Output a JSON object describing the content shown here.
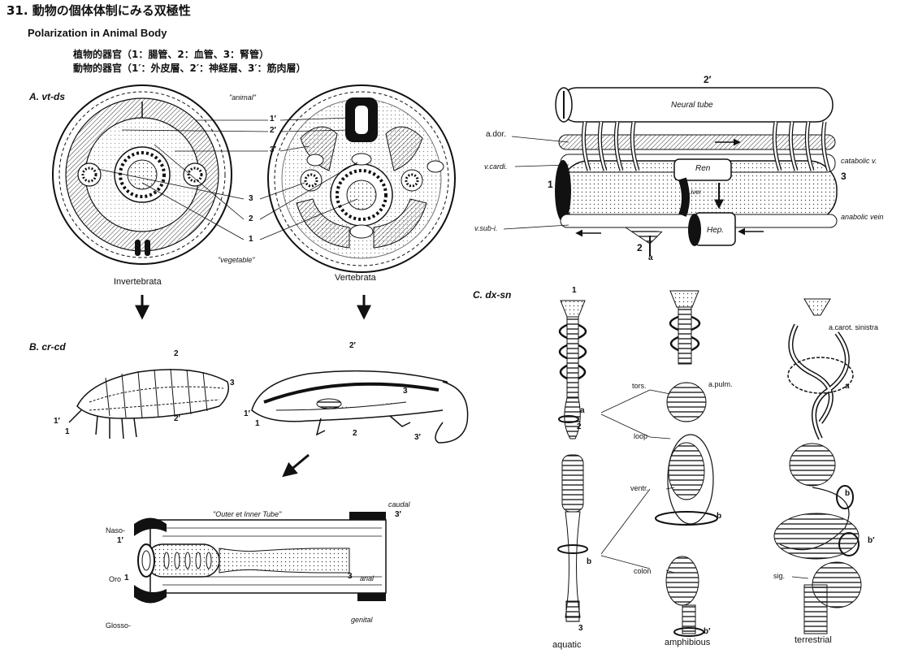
{
  "header": {
    "title": "31. 動物の個体体制にみる双極性",
    "subtitle": "Polarization in Animal Body",
    "line1": "植物的器官（1：腸管、2：血管、3：腎管）",
    "line2": "動物的器官（1′：外皮層、2′：神経層、3′：筋肉層）"
  },
  "sectionA": {
    "label": "A. vt-ds",
    "animal": "\"animal\"",
    "vegetable": "\"vegetable\"",
    "invertebrata": "Invertebrata",
    "vertebrata": "Vertebrata",
    "n1p": "1′",
    "n2p": "2′",
    "n3p": "3′",
    "n1": "1",
    "n2": "2",
    "n3": "3"
  },
  "sectionTR": {
    "top_num": "2′",
    "neural_tube": "Neural tube",
    "a_dor": "a.dor.",
    "v_cardi": "v.cardi.",
    "catabolic": "catabolic v.",
    "ren": "Ren",
    "liver": "Liver",
    "hep": "Hep.",
    "v_sub": "v.sub-i.",
    "anabolic": "anabolic vein",
    "n1": "1",
    "n3": "3",
    "n2": "2",
    "a": "a"
  },
  "sectionB": {
    "label": "B. cr-cd",
    "left_2": "2",
    "left_3": "3",
    "left_2p": "2′",
    "left_1p": "1′",
    "left_1": "1",
    "right_2p": "2′",
    "right_3": "3",
    "right_2": "2",
    "right_1p": "1′",
    "right_1": "1",
    "right_3p": "3′"
  },
  "tube": {
    "title": "\"Outer et Inner Tube\"",
    "naso": "Naso-",
    "naso_num": "1′",
    "oro": "Oro",
    "oro_num": "1",
    "glosso": "Glosso-",
    "caudal": "caudal",
    "caudal_num": "3′",
    "anal": "anal",
    "anal_num": "3",
    "genital": "genital"
  },
  "sectionC": {
    "label": "C. dx-sn",
    "n1": "1",
    "n2": "2",
    "n3": "3",
    "a": "a",
    "b": "b",
    "b2": "b",
    "tors": "tors.",
    "loop": "loop",
    "a_pulm": "a.pulm.",
    "ventr": "ventr.",
    "colon": "colon",
    "b_amph": "b",
    "bp_amph": "b′",
    "a_carot": "a.carot. sinistra",
    "a_terr": "a",
    "b_terr": "b",
    "bp_terr": "b′",
    "sig": "sig.",
    "aquatic": "aquatic",
    "amphibious": "amphibious",
    "terrestrial": "terrestrial"
  }
}
